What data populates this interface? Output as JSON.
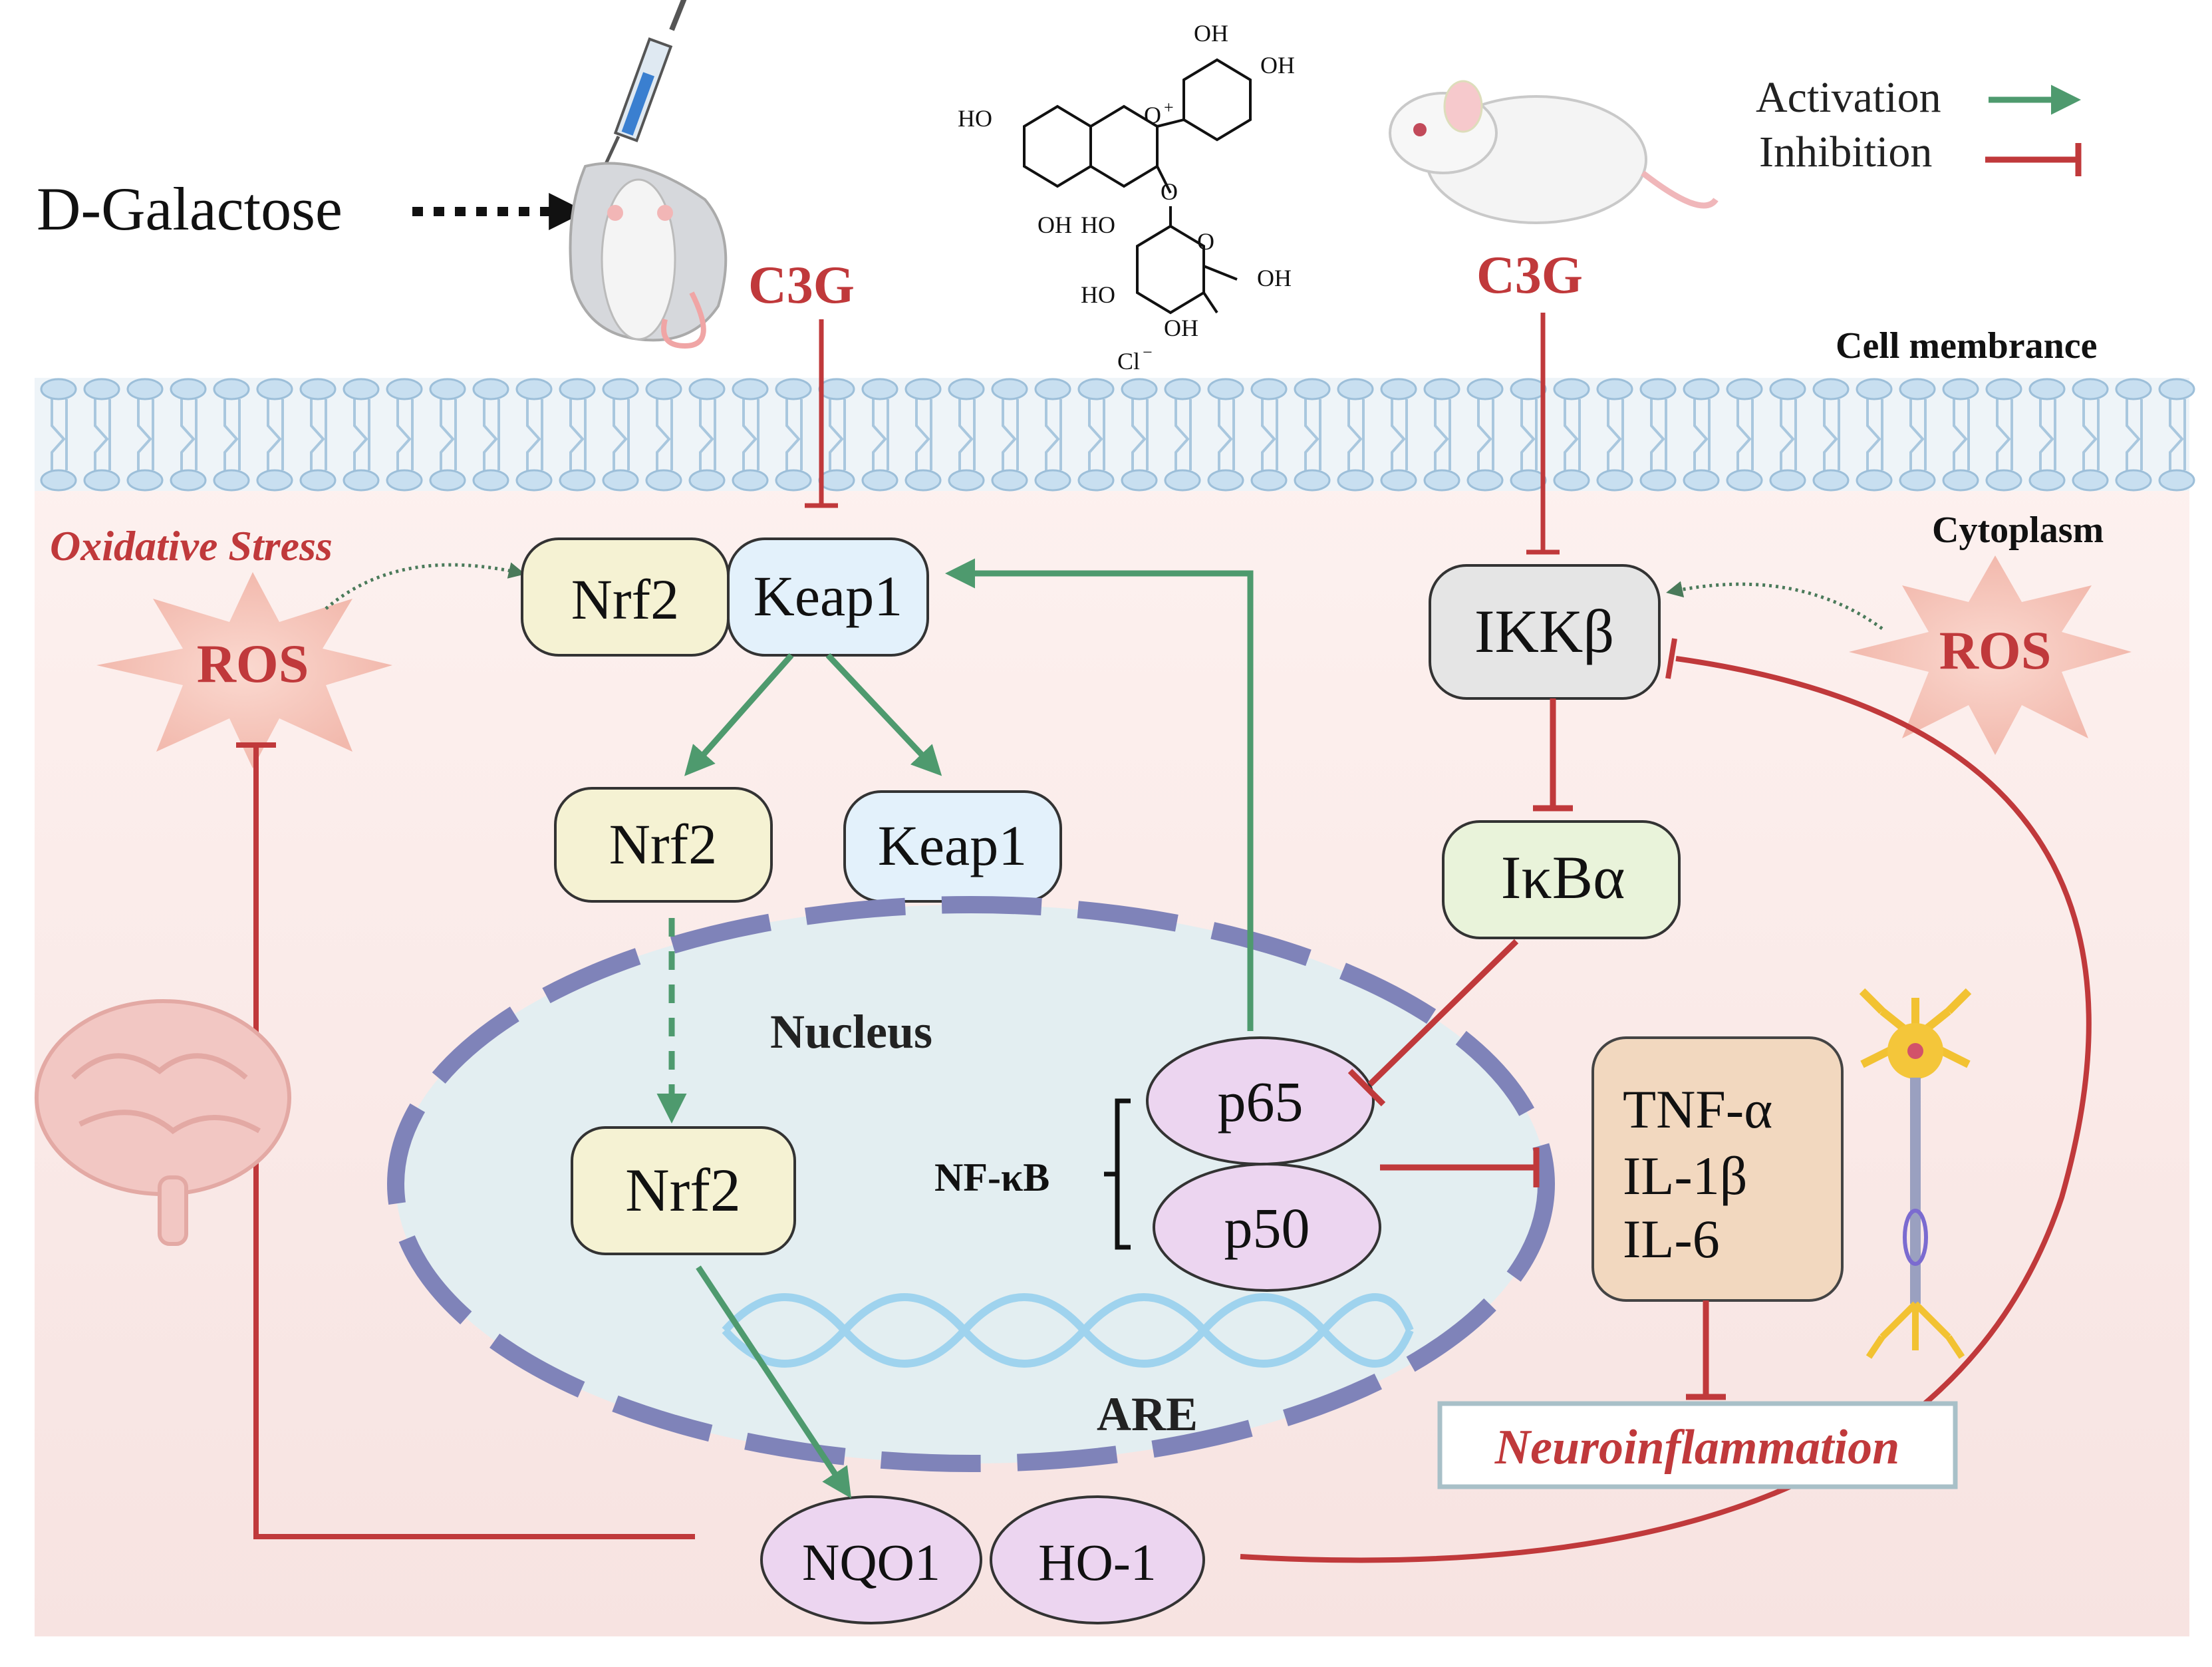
{
  "header": {
    "d_galactose": "D-Galactose",
    "c3g_left": "C3G",
    "c3g_right": "C3G",
    "cell_membrane": "Cell membrance",
    "cytoplasm": "Cytoplasm"
  },
  "legend": {
    "activation": "Activation",
    "inhibition": "Inhibition",
    "activation_color": "#4e9a6e",
    "inhibition_color": "#c0393b"
  },
  "molecule": {
    "oh_top1": "OH",
    "oh_top2": "OH",
    "ho_left": "HO",
    "o_plus": "O",
    "plus": "+",
    "o_link": "O",
    "oh_bottom": "OH",
    "ho_sugar1": "HO",
    "ho_sugar2": "HO",
    "o_ring": "O",
    "oh_sugar": "OH",
    "oh_sugar_bottom": "OH",
    "cl": "Cl",
    "cl_charge": "−"
  },
  "left_pathway": {
    "oxidative_stress": "Oxidative Stress",
    "ros_left": "ROS",
    "nrf2_complex": "Nrf2",
    "keap1_complex": "Keap1",
    "nrf2_free": "Nrf2",
    "keap1_free": "Keap1",
    "nrf2_nuclear": "Nrf2",
    "nqo1": "NQO1",
    "ho1": "HO-1"
  },
  "nucleus": {
    "label": "Nucleus",
    "are": "ARE",
    "nfkb": "NF-κB",
    "p65": "p65",
    "p50": "p50"
  },
  "right_pathway": {
    "ikkb": "IKKβ",
    "ikba": "IκBα",
    "ros_right": "ROS",
    "tnfa": "TNF-α",
    "il1b": "IL-1β",
    "il6": "IL-6",
    "neuroinflammation": "Neuroinflammation"
  },
  "colors": {
    "title_red": "#c0393b",
    "nrf2_fill": "#f5f2d3",
    "keap1_fill": "#e3f1fb",
    "ikkb_fill": "#e5e5e5",
    "ikba_fill": "#e9f3da",
    "nfkb_fill": "#ecd5f0",
    "cytokine_fill": "#f2d8bf",
    "nucleus_fill": "#e3eef1",
    "nucleus_border": "#7f83b9"
  }
}
